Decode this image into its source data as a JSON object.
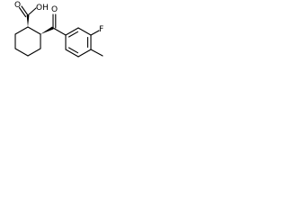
{
  "molecule": {
    "labels": {
      "carboxyl_oh": "OH",
      "carboxyl_o": "O",
      "ketone_o": "O",
      "fluorine": "F"
    },
    "colors": {
      "bond": "#000000",
      "text": "#000000",
      "background": "#ffffff"
    }
  }
}
